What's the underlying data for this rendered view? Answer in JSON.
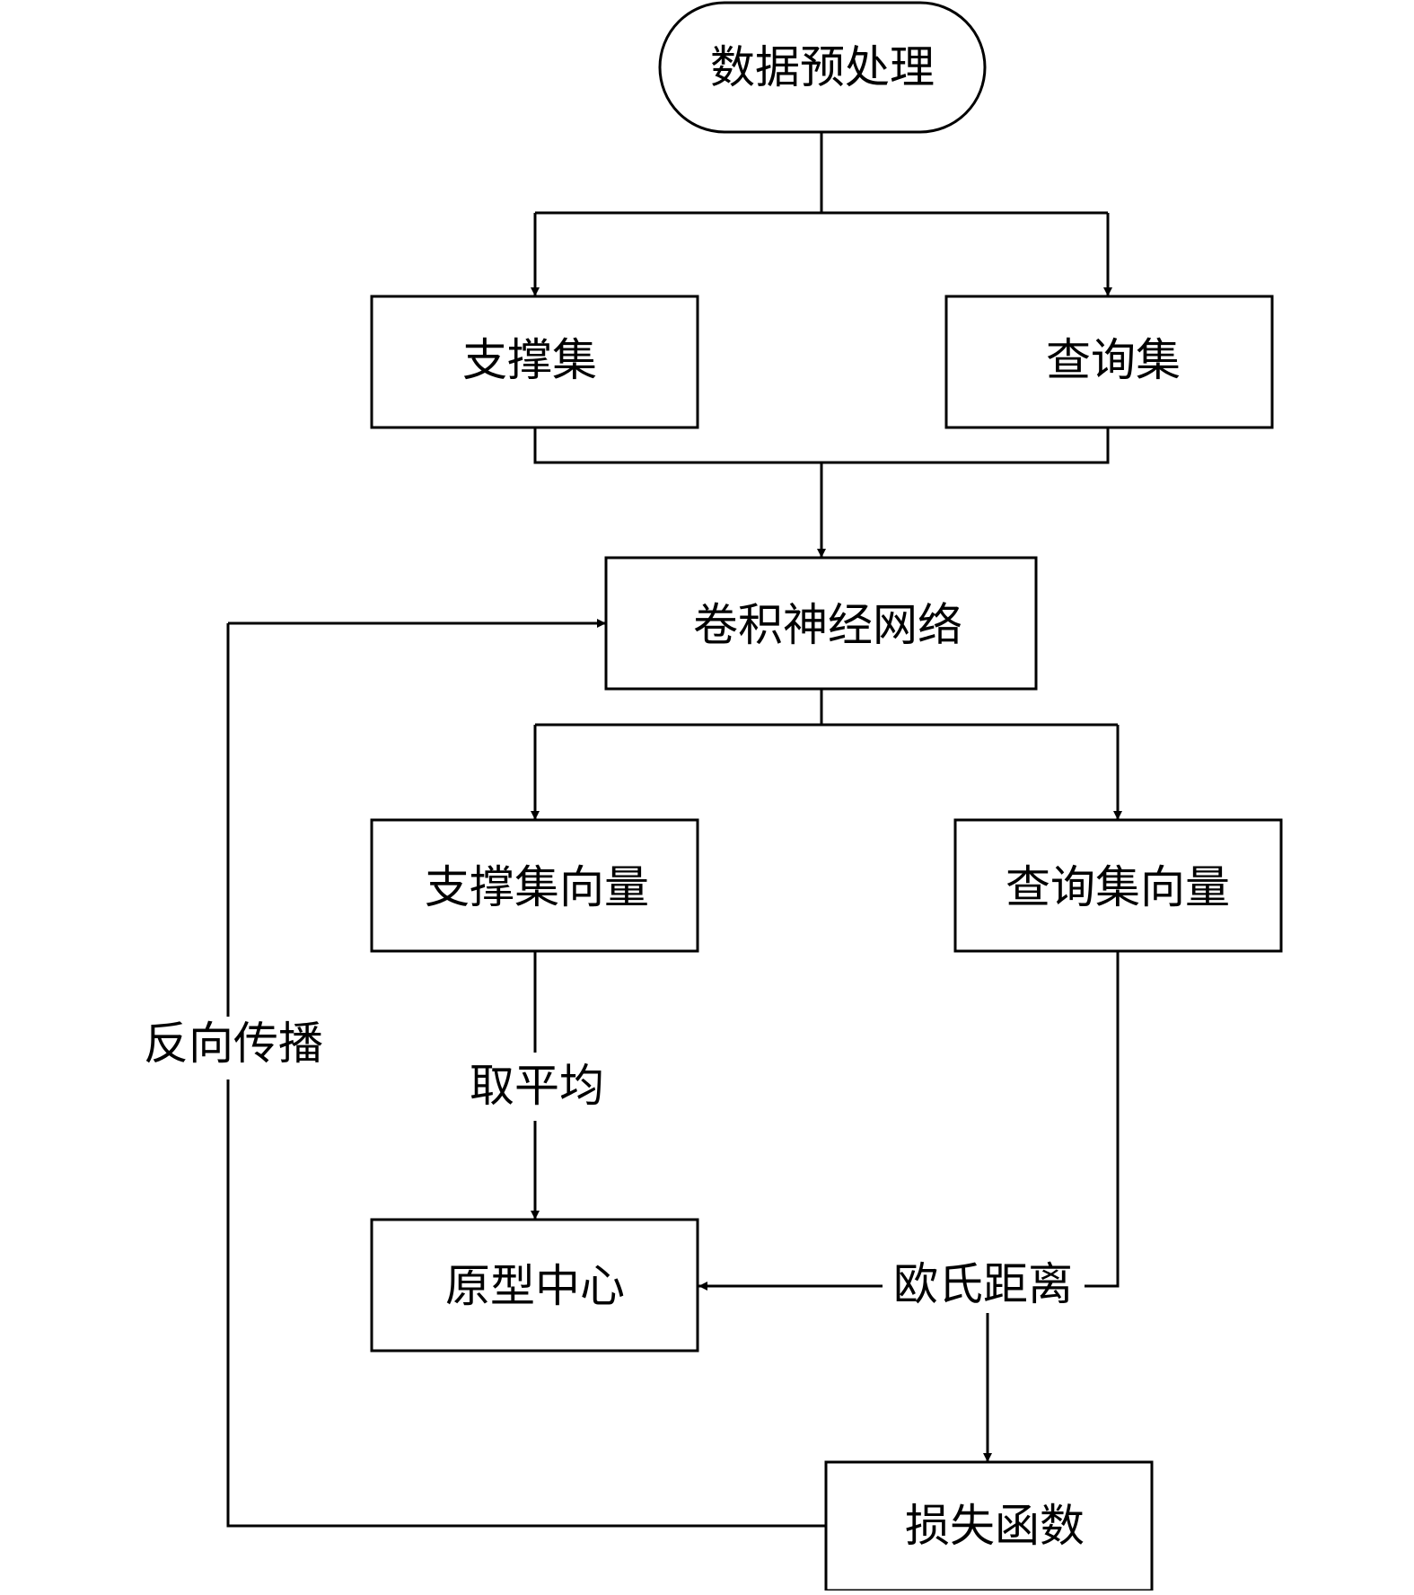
{
  "nodes": {
    "preprocess": "数据预处理",
    "support_set": "支撑集",
    "query_set": "查询集",
    "cnn": "卷积神经网络",
    "support_vectors": "支撑集向量",
    "query_vectors": "查询集向量",
    "prototype_center": "原型中心",
    "loss_function": "损失函数"
  },
  "edge_labels": {
    "average": "取平均",
    "euclidean_distance": "欧氏距离",
    "backprop": "反向传播"
  },
  "colors": {
    "stroke": "#000000",
    "background": "#ffffff"
  }
}
